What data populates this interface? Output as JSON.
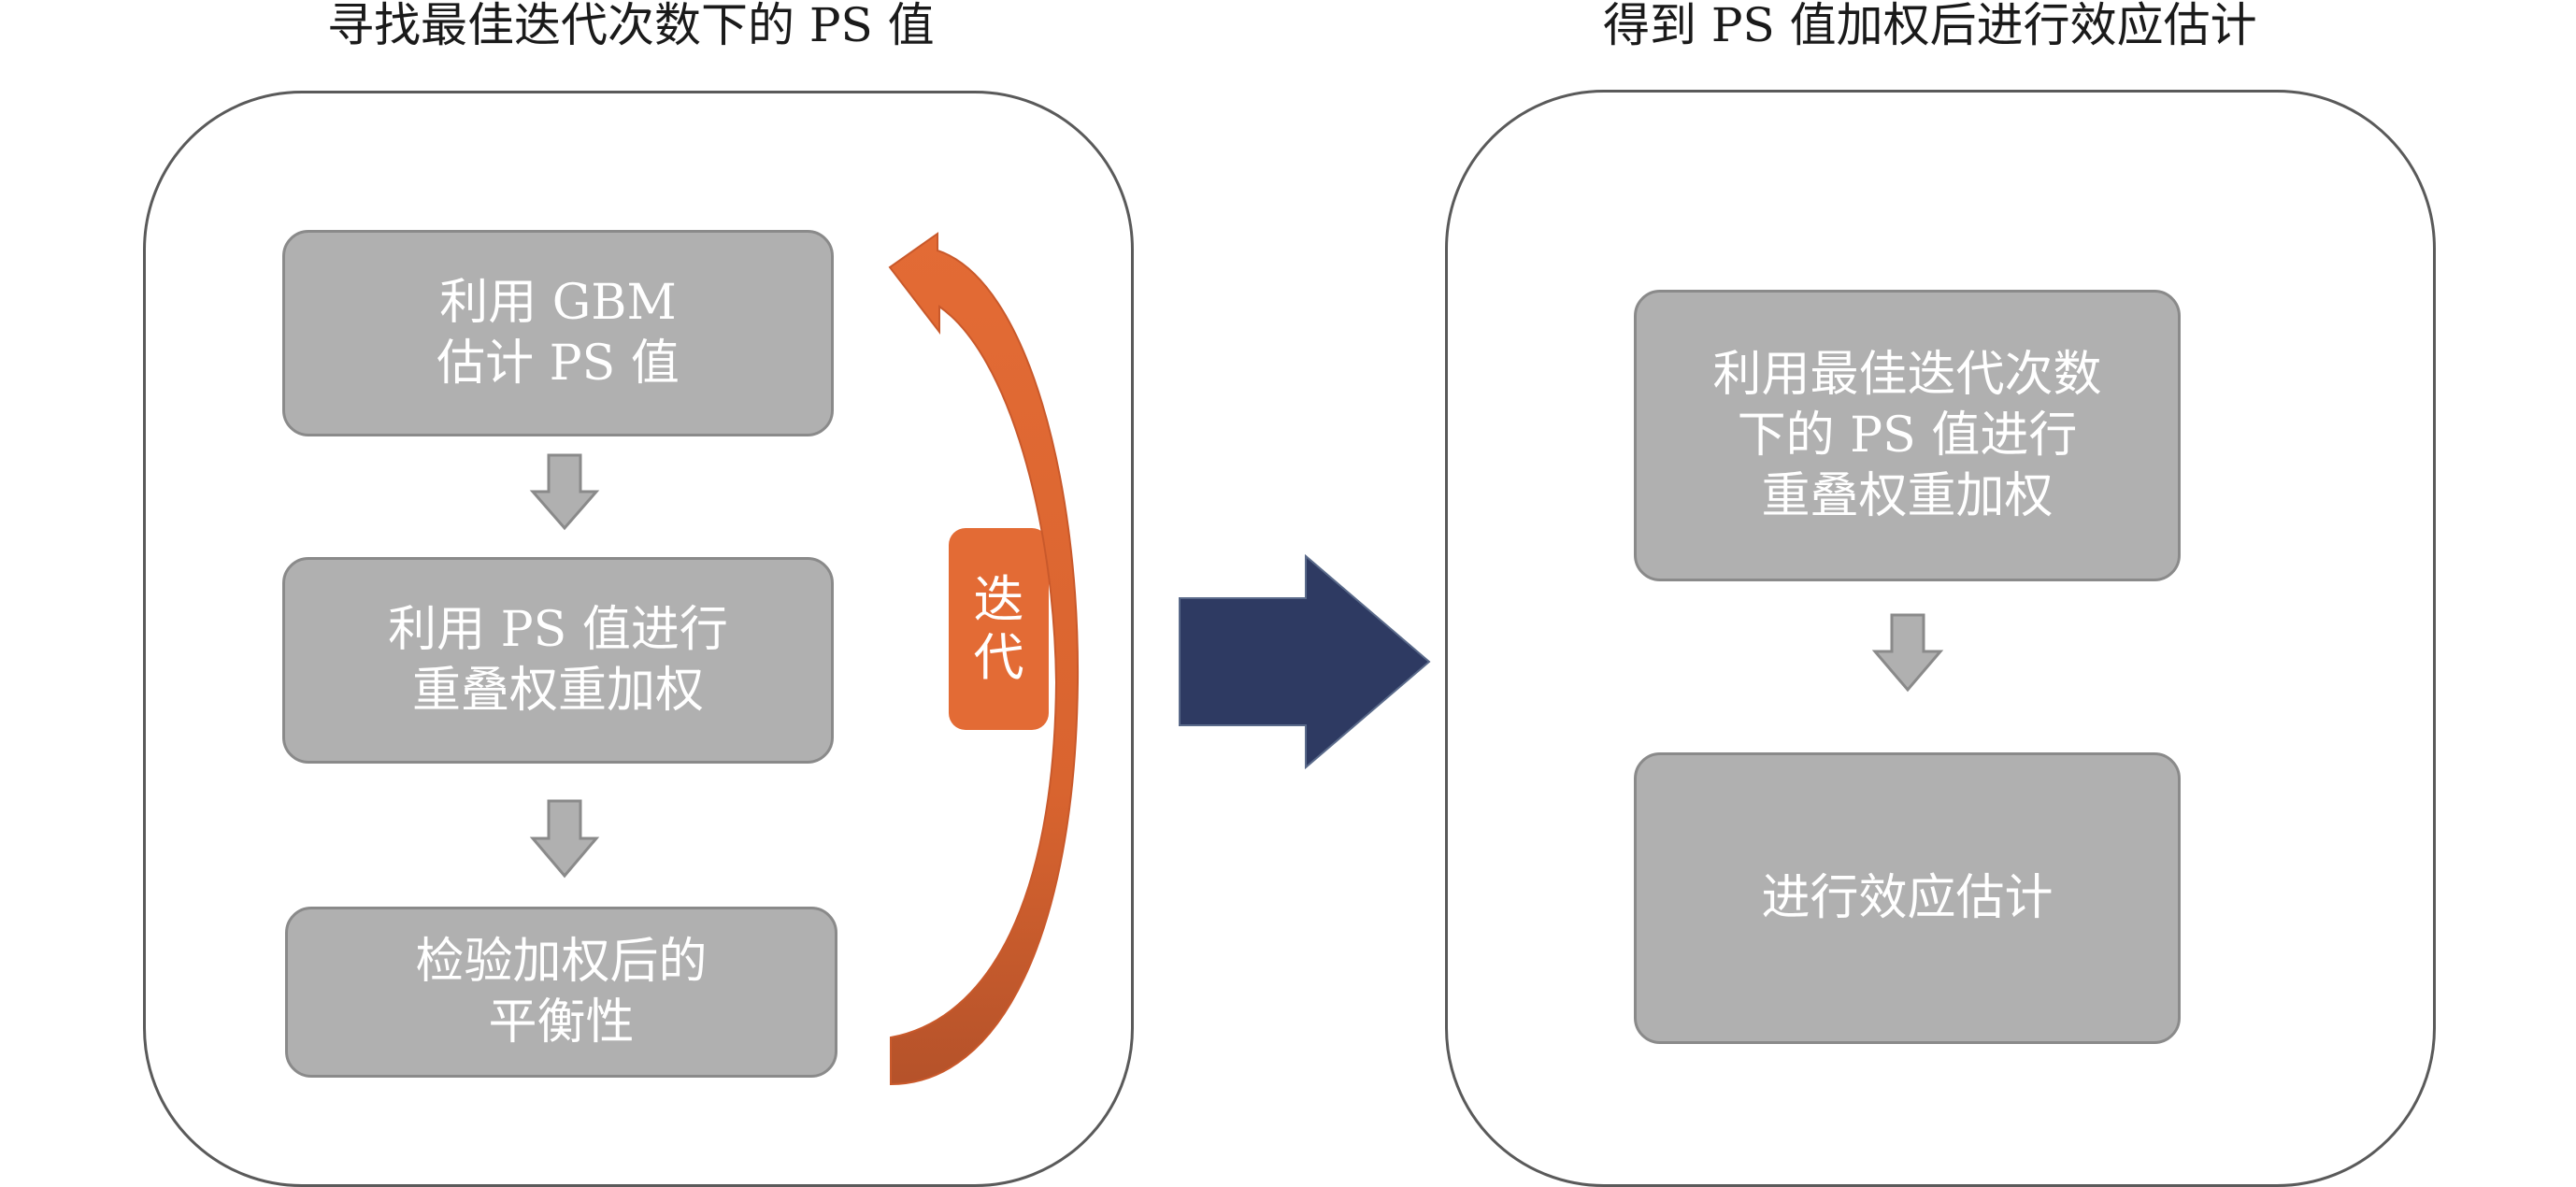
{
  "left_panel": {
    "title": "寻找最佳迭代次数下的 PS 值",
    "steps": [
      {
        "lines": [
          "利用 GBM",
          "估计 PS 值"
        ]
      },
      {
        "lines": [
          "利用 PS 值进行",
          "重叠权重加权"
        ]
      },
      {
        "lines": [
          "检验加权后的",
          "平衡性"
        ]
      }
    ],
    "iteration_label": [
      "迭",
      "代"
    ]
  },
  "right_panel": {
    "title": "得到 PS 值加权后进行效应估计",
    "steps": [
      {
        "lines": [
          "利用最佳迭代次数",
          "下的 PS 值进行",
          "重叠权重加权"
        ]
      },
      {
        "lines": [
          "进行效应估计"
        ]
      }
    ]
  },
  "colors": {
    "box_fill": "#b0b0b0",
    "box_border": "#8a8a8a",
    "iteration_arrow": "#e36b35",
    "iteration_arrow_dark": "#b5522a",
    "transition_arrow": "#2e3a62",
    "panel_border": "#5a5a5a"
  }
}
